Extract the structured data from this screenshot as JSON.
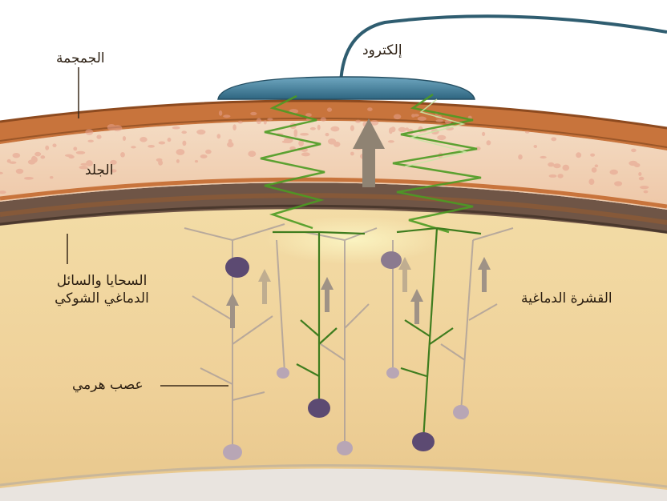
{
  "labels": {
    "skull": "الجمجمة",
    "electrode": "إلكترود",
    "scalp": "الجلد",
    "meninges_line1": "السحايا والسائل",
    "meninges_line2": "الدماغي الشوكي",
    "cortex": "القشرة الدماغية",
    "neuron": "عصب هرمي"
  },
  "colors": {
    "bone": "#c6733d",
    "bone_dark": "#8d4a1f",
    "scalp": "#f1d3b8",
    "scalp_cells": "#e6a08d",
    "meninges": "#6b4f3f",
    "cortex": "#f1d7a0",
    "electrode": "#3f7f9a",
    "signal_green": "#4b9b22",
    "arrow_gray": "#8f8373",
    "neuron_body": "#5c4a72"
  }
}
